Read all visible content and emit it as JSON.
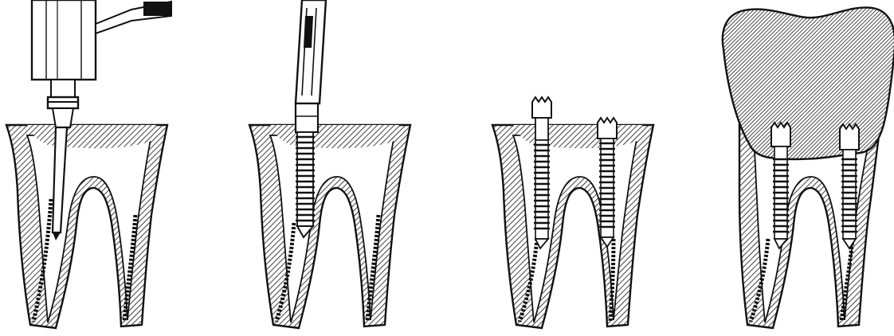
{
  "figure": {
    "panels": [
      {
        "step": 1,
        "tool": "drill",
        "posts": 0,
        "crown": false
      },
      {
        "step": 2,
        "tool": "inserter",
        "posts": 1,
        "crown": false
      },
      {
        "step": 3,
        "tool": "none",
        "posts": 2,
        "crown": false
      },
      {
        "step": 4,
        "tool": "none",
        "posts": 2,
        "crown": true
      }
    ],
    "colors": {
      "ink": "#111111",
      "paper": "#ffffff"
    }
  }
}
